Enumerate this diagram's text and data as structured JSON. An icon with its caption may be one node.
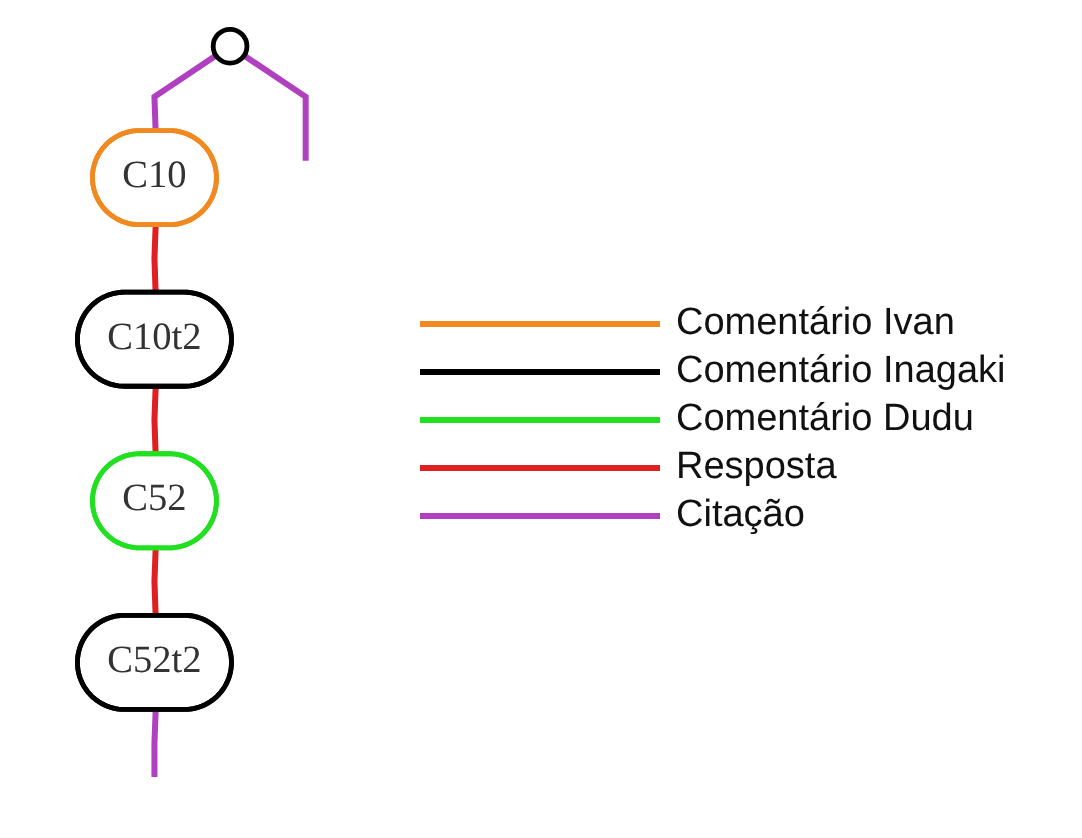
{
  "diagram": {
    "nodes": [
      {
        "text": [],
        "shape": "circle"
      },
      {
        "text": [
          "C10"
        ]
      },
      {
        "text": [
          "C10t2"
        ]
      },
      {
        "text": [
          "C52"
        ]
      },
      {
        "text": [
          "C52t2"
        ]
      }
    ],
    "edges": [
      {
        "from": 0,
        "to": 1,
        "arrow": "none",
        "color": "#b040c0"
      },
      {
        "from": 0,
        "to": null,
        "arrow": "none",
        "color": "#b040c0"
      },
      {
        "from": 1,
        "to": 2,
        "arrow": "none",
        "color": "#e02020"
      },
      {
        "from": 2,
        "to": 3,
        "arrow": "none",
        "color": "#e02020"
      },
      {
        "from": 3,
        "to": 4,
        "arrow": "none",
        "color": "#e02020"
      },
      {
        "from": 4,
        "to": null,
        "arrow": "none",
        "color": "#b040c0"
      }
    ],
    "legend": [
      {
        "text": "Comentário Ivan",
        "color": "#f08a20"
      },
      {
        "text": "Comentário Inagaki",
        "color": "#000000"
      },
      {
        "text": "Comentário Dudu",
        "color": "#20e020"
      },
      {
        "text": "Resposta",
        "color": "#e02020"
      },
      {
        "text": "Citação",
        "color": "#b040c0"
      }
    ]
  }
}
